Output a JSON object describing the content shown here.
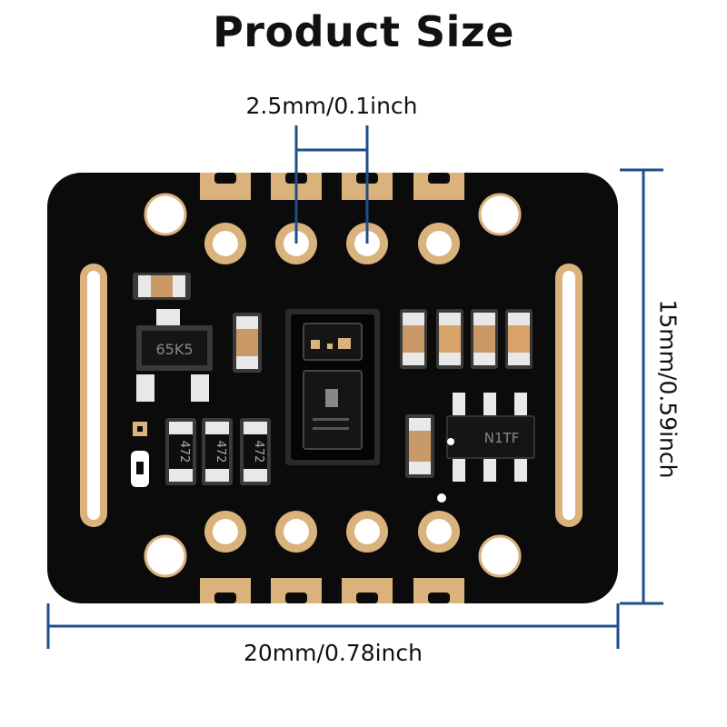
{
  "title": "Product Size",
  "dimensions": {
    "pin_pitch": "2.5mm/0.1inch",
    "width": "20mm/0.78inch",
    "height": "15mm/0.59inch"
  },
  "board_markings": {
    "regulator": "65K5",
    "resistor_code": "472",
    "ic_marking": "N1TF"
  },
  "colors": {
    "board": "#0b0b0b",
    "gold": "#d9b27c",
    "dimension_line": "#1f4e8c",
    "component_tan": "#c99a67",
    "component_white": "#e8e8e8"
  }
}
